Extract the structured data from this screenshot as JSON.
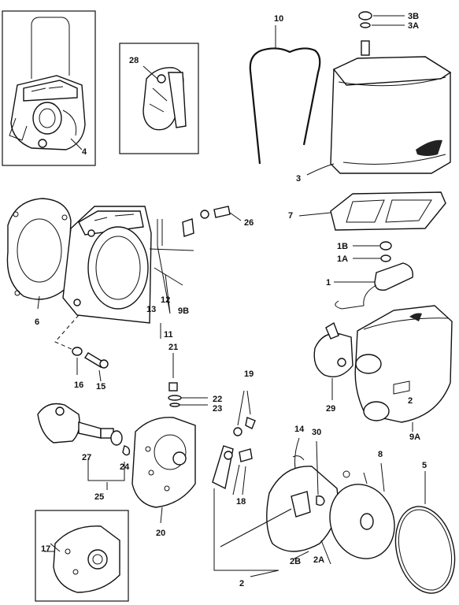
{
  "diagram": {
    "callouts": [
      "10",
      "3B",
      "3A",
      "28",
      "4",
      "3",
      "26",
      "7",
      "6",
      "1B",
      "1A",
      "1",
      "13",
      "12",
      "9B",
      "11",
      "21",
      "16",
      "15",
      "29",
      "22",
      "23",
      "19",
      "2",
      "9A",
      "27",
      "24",
      "14",
      "30",
      "8",
      "5",
      "25",
      "18",
      "20",
      "17",
      "2B",
      "2A",
      "2"
    ]
  }
}
